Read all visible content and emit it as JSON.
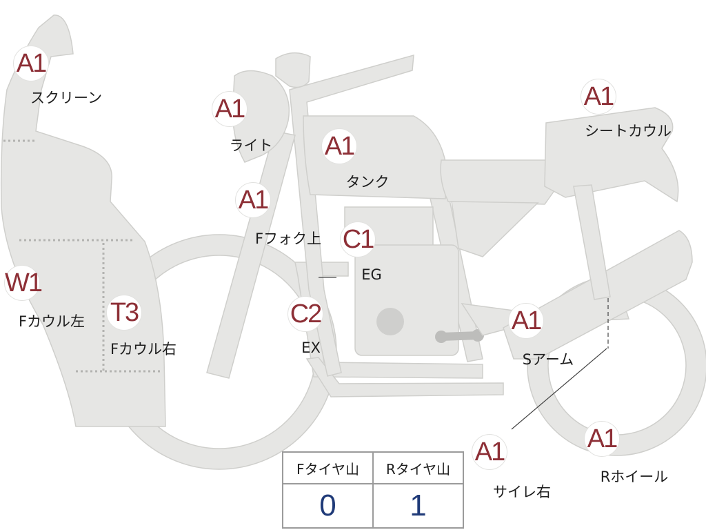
{
  "parts": [
    {
      "id": "screen",
      "grade": "A1",
      "label": "スクリーン"
    },
    {
      "id": "light",
      "grade": "A1",
      "label": "ライト"
    },
    {
      "id": "tank",
      "grade": "A1",
      "label": "タンク"
    },
    {
      "id": "seat-cowl",
      "grade": "A1",
      "label": "シートカウル"
    },
    {
      "id": "f-fork-upper",
      "grade": "A1",
      "label": "Fフォク上"
    },
    {
      "id": "engine",
      "grade": "C1",
      "label": "EG"
    },
    {
      "id": "f-cowl-left",
      "grade": "W1",
      "label": "Fカウル左"
    },
    {
      "id": "f-cowl-right",
      "grade": "T3",
      "label": "Fカウル右"
    },
    {
      "id": "exhaust",
      "grade": "C2",
      "label": "EX"
    },
    {
      "id": "swing-arm",
      "grade": "A1",
      "label": "Sアーム"
    },
    {
      "id": "silencer-right",
      "grade": "A1",
      "label": "サイレ右"
    },
    {
      "id": "rear-wheel",
      "grade": "A1",
      "label": "Rホイール"
    }
  ],
  "tire_table": {
    "headers": [
      "Fタイヤ山",
      "Rタイヤ山"
    ],
    "values": [
      "0",
      "1"
    ]
  },
  "colors": {
    "grade": "#8d2f36",
    "tire_value": "#1f3a78",
    "part_fill": "#e6e6e4"
  }
}
